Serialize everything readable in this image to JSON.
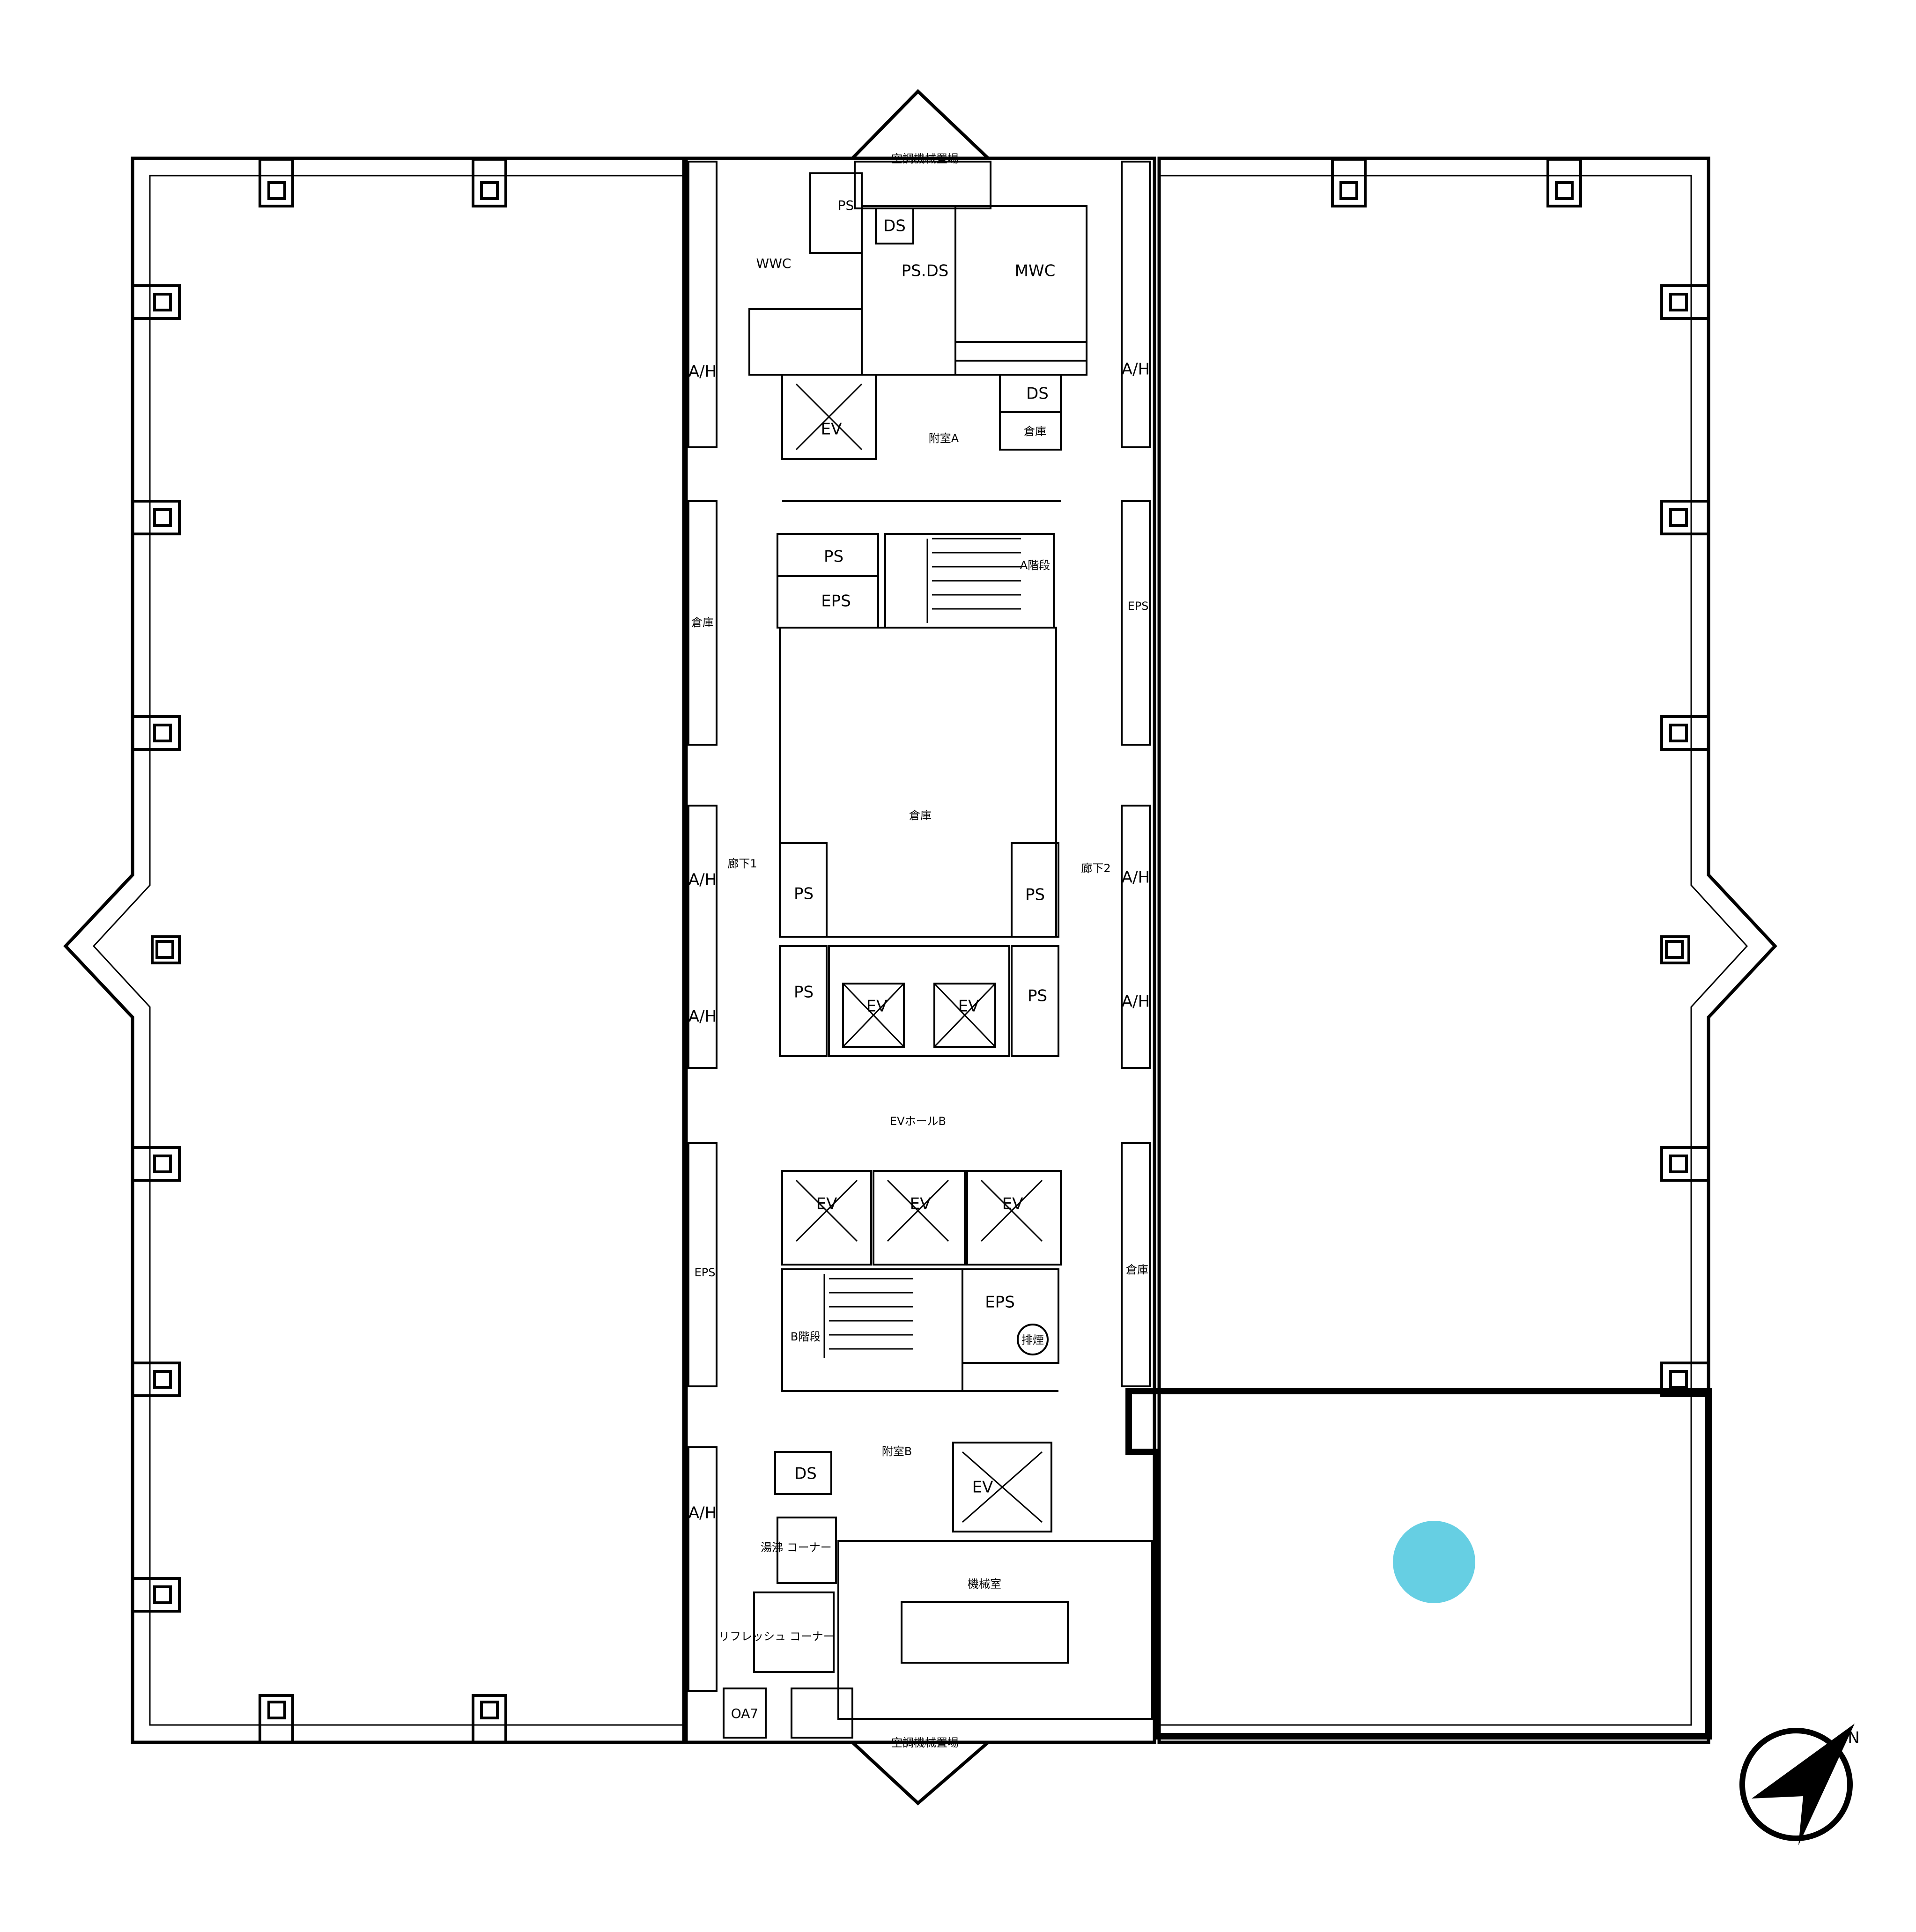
{
  "floor_plan": {
    "labels": {
      "ac_top": "空調機械置場",
      "ps_top": "PS",
      "ds_top": "DS",
      "wwc": "WWC",
      "ps_ds": "PS.DS",
      "mwc": "MWC",
      "ah_top_left": "A/H",
      "ah_top_right": "A/H",
      "ds_mid": "DS",
      "storage_small": "倉庫",
      "ev_top": "EV",
      "annex_a": "附室A",
      "ps_stair_a": "PS",
      "eps_stair_a": "EPS",
      "stair_a": "A階段",
      "eps_right": "EPS",
      "storage_left_top": "倉庫",
      "storage_center": "倉庫",
      "corridor_1": "廊下1",
      "corridor_2": "廊下2",
      "ah_mid_left_1": "A/H",
      "ah_mid_right_1": "A/H",
      "ps_l1": "PS",
      "ps_r1": "PS",
      "ps_l2": "PS",
      "ps_r2": "PS",
      "ev_mid_1": "EV",
      "ev_mid_2": "EV",
      "ah_mid_left_2": "A/H",
      "ah_mid_right_2": "A/H",
      "ev_hall_b": "EVホールB",
      "ev_low_1": "EV",
      "ev_low_2": "EV",
      "ev_low_3": "EV",
      "eps_left": "EPS",
      "storage_right_low": "倉庫",
      "eps_low": "EPS",
      "smoke_exhaust": "排煙",
      "stair_b": "B階段",
      "annex_b": "附室B",
      "ds_low": "DS",
      "ev_low": "EV",
      "ah_low_left": "A/H",
      "kitchen": "湯沸 コーナー",
      "machine_room": "機械室",
      "refresh": "リフレッシュ コーナー",
      "oa": "OA7",
      "ac_bottom": "空調機械置場"
    },
    "north_label": "N",
    "highlight_color": "#000000",
    "marker_color": "#66cfe3",
    "line_color": "#000000",
    "background_color": "#ffffff"
  }
}
